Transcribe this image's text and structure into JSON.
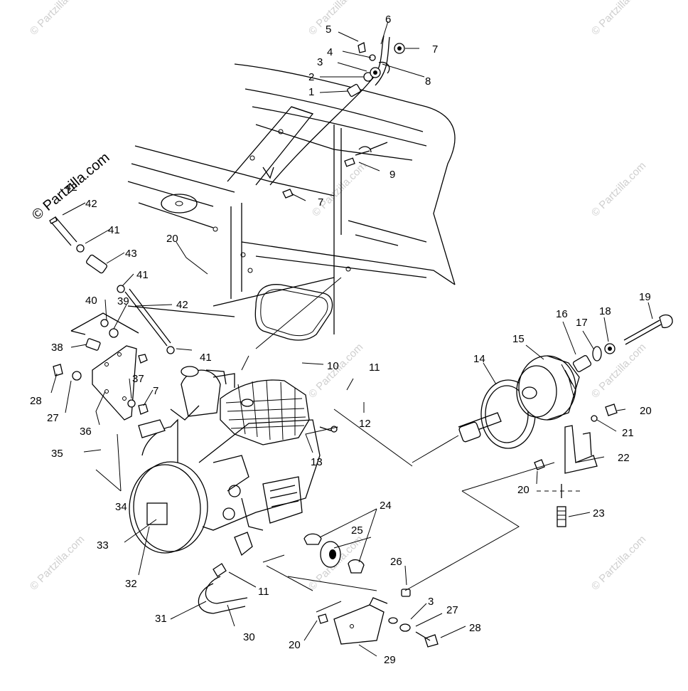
{
  "logo": {
    "text": "© Partzilla.com"
  },
  "watermark": {
    "text": "© Partzilla.com"
  },
  "callouts": [
    "1",
    "2",
    "3",
    "4",
    "5",
    "6",
    "7",
    "8",
    "7",
    "9",
    "10",
    "11",
    "12",
    "13",
    "14",
    "15",
    "16",
    "17",
    "18",
    "19",
    "20",
    "21",
    "22",
    "20",
    "23",
    "24",
    "25",
    "26",
    "3",
    "27",
    "28",
    "29",
    "20",
    "30",
    "11",
    "31",
    "32",
    "33",
    "34",
    "35",
    "36",
    "27",
    "28",
    "7",
    "37",
    "38",
    "39",
    "40",
    "41",
    "42",
    "41",
    "43",
    "41",
    "42",
    "42",
    "20"
  ]
}
